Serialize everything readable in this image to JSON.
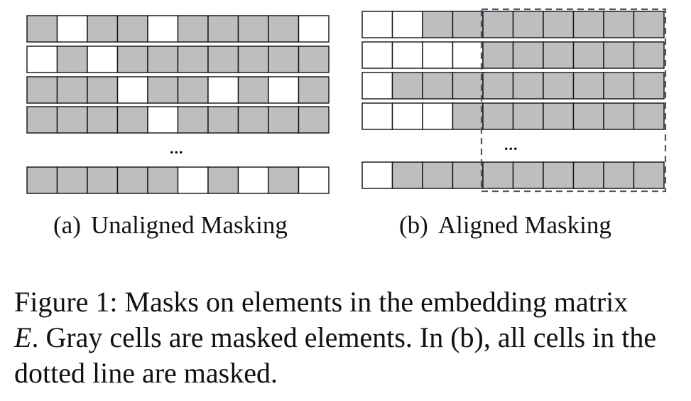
{
  "colors": {
    "masked": "#bebebe",
    "unmasked": "#ffffff",
    "border": "#111111",
    "dashed_box": "#3d5a78"
  },
  "figure": {
    "panel_a": {
      "label": "(a)",
      "title": "Unaligned Masking",
      "ellipsis": "...",
      "rows": [
        [
          1,
          0,
          1,
          1,
          0,
          1,
          1,
          1,
          1,
          0
        ],
        [
          0,
          1,
          0,
          1,
          1,
          1,
          1,
          1,
          1,
          1
        ],
        [
          1,
          1,
          1,
          0,
          1,
          1,
          0,
          1,
          0,
          1
        ],
        [
          1,
          1,
          1,
          1,
          0,
          1,
          1,
          1,
          1,
          1
        ],
        [
          1,
          1,
          1,
          1,
          1,
          0,
          1,
          0,
          1,
          0
        ]
      ]
    },
    "panel_b": {
      "label": "(b)",
      "title": "Aligned Masking",
      "ellipsis": "...",
      "aligned_from_column": 4,
      "rows": [
        [
          0,
          0,
          1,
          1,
          1,
          1,
          1,
          1,
          1,
          1
        ],
        [
          0,
          0,
          0,
          0,
          1,
          1,
          1,
          1,
          1,
          1
        ],
        [
          0,
          1,
          1,
          1,
          1,
          1,
          1,
          1,
          1,
          1
        ],
        [
          0,
          0,
          0,
          1,
          1,
          1,
          1,
          1,
          1,
          1
        ],
        [
          0,
          1,
          1,
          1,
          1,
          1,
          1,
          1,
          1,
          1
        ]
      ]
    }
  },
  "caption": {
    "prefix": "Figure 1: Masks on elements in the embedding matrix",
    "symbol": "E",
    "rest": ". Gray cells are masked elements. In (b), all cells in the dotted line are masked."
  }
}
